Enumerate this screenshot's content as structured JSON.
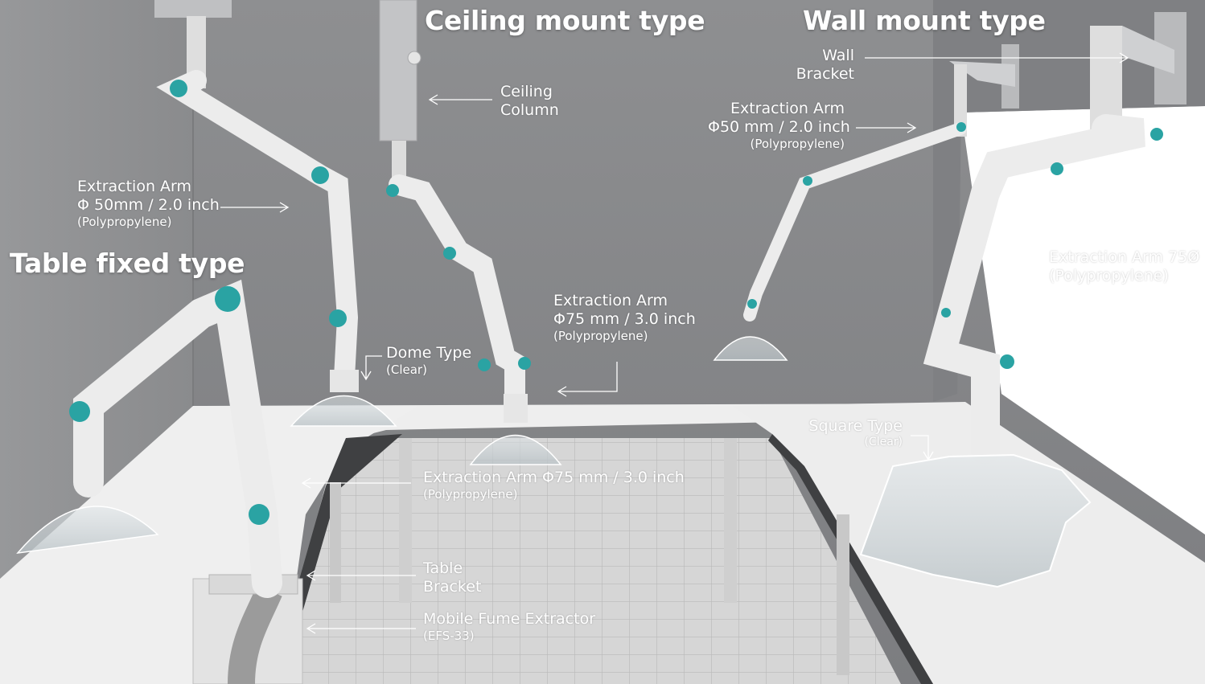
{
  "headings": {
    "ceiling_mount": "Ceiling mount type",
    "wall_mount": "Wall mount type",
    "table_fixed": "Table fixed type"
  },
  "labels": {
    "wall_bracket": {
      "line1": "Wall",
      "line2": "Bracket"
    },
    "ceiling_column": {
      "line1": "Ceiling",
      "line2": "Column"
    },
    "arm_wall_50": {
      "line1": "Extraction Arm",
      "line2": "Φ50 mm / 2.0 inch",
      "line3": "(Polypropylene)"
    },
    "arm_ceiling_50": {
      "line1": "Extraction Arm",
      "line2": "Φ 50mm / 2.0 inch",
      "line3": "(Polypropylene)"
    },
    "arm_wall_75": {
      "line1": "Extraction Arm 75Ø",
      "line2": "(Polypropylene)"
    },
    "arm_ceiling_75": {
      "line1": "Extraction Arm",
      "line2": "Φ75 mm / 3.0 inch",
      "line3": "(Polypropylene)"
    },
    "dome_type": {
      "line1": "Dome Type",
      "line2": "(Clear)"
    },
    "square_type": {
      "line1": "Square Type",
      "line2": "(Clear)"
    },
    "arm_table_75": {
      "line1": "Extraction Arm Φ75 mm / 3.0 inch",
      "line2": "(Polypropylene)"
    },
    "table_bracket": {
      "line1": "Table",
      "line2": "Bracket"
    },
    "mobile_extractor": {
      "line1": "Mobile Fume Extractor",
      "line2": "(EFS-33)"
    }
  },
  "colors": {
    "arm": "#ececec",
    "joint_accent": "#2aa3a3",
    "wall": "#8c8d8f",
    "bench_top": "#f2f2f2",
    "label_text": "#ffffff"
  }
}
